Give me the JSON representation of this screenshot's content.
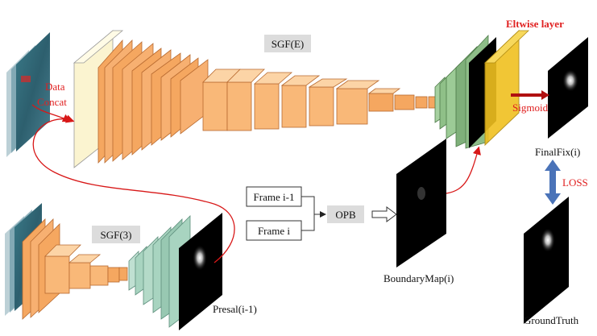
{
  "labels": {
    "sgf_e": "SGF(E)",
    "sgf_3": "SGF(3)",
    "data": "Data",
    "concat": "Concat",
    "frame_prev": "Frame i-1",
    "frame_cur": "Frame i",
    "opb": "OPB",
    "boundary_map": "BoundaryMap(i)",
    "presal": "Presal(i-1)",
    "eltwise": "Eltwise layer",
    "sigmoid": "Sigmoid",
    "final_fix": "FinalFix(i)",
    "loss": "LOSS",
    "ground_truth": "GroundTruth"
  },
  "colors": {
    "encoder": "#f5a760",
    "decoder_green": "#7fb07a",
    "decoder_teal": "#a8d4c0",
    "eltwise": "#f0c020",
    "arrow_red": "#d81818",
    "loss_arrow": "#4a73b8",
    "tag_bg": "#dcdcdc"
  }
}
